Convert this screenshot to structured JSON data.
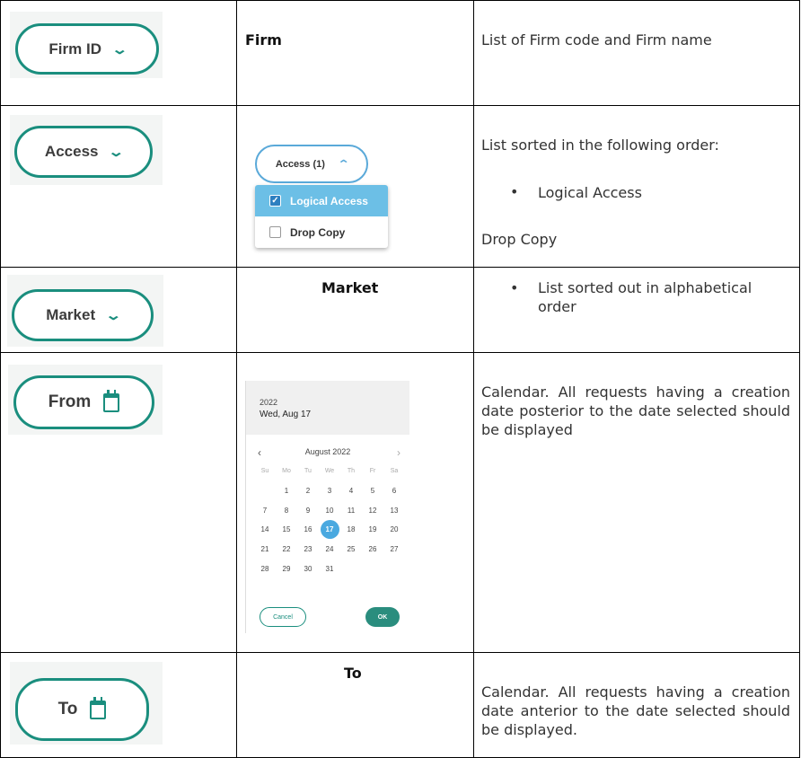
{
  "rows": [
    {
      "control": "Firm ID",
      "middle": "Firm",
      "description": "List of Firm code and Firm name"
    },
    {
      "control": "Access",
      "description_intro": "List sorted in the following order:",
      "bullet": "Logical Access",
      "description_tail": "Drop Copy"
    },
    {
      "control": "Market",
      "middle": "Market",
      "bullet": "List sorted out in alphabetical order"
    },
    {
      "control": "From",
      "description": "Calendar. All requests having a creation date posterior to the date selected should be displayed"
    },
    {
      "control": "To",
      "middle": "To",
      "description": "Calendar. All requests having a creation date anterior to the date selected should be displayed."
    }
  ],
  "access_dropdown": {
    "label": "Access (1)",
    "options": [
      {
        "label": "Logical Access",
        "checked": true
      },
      {
        "label": "Drop Copy",
        "checked": false
      }
    ]
  },
  "calendar": {
    "year": "2022",
    "selected_label": "Wed, Aug 17",
    "month": "August 2022",
    "weekdays": [
      "Su",
      "Mo",
      "Tu",
      "We",
      "Th",
      "Fr",
      "Sa"
    ],
    "leading_blanks": 1,
    "days_in_month": 31,
    "selected_day": 17,
    "cancel_label": "Cancel",
    "ok_label": "OK"
  },
  "colors": {
    "teal": "#1a8e7e",
    "blue": "#4aa9e0"
  },
  "icons": {
    "dropdown": "chevron-down-icon",
    "calendar": "calendar-icon"
  }
}
